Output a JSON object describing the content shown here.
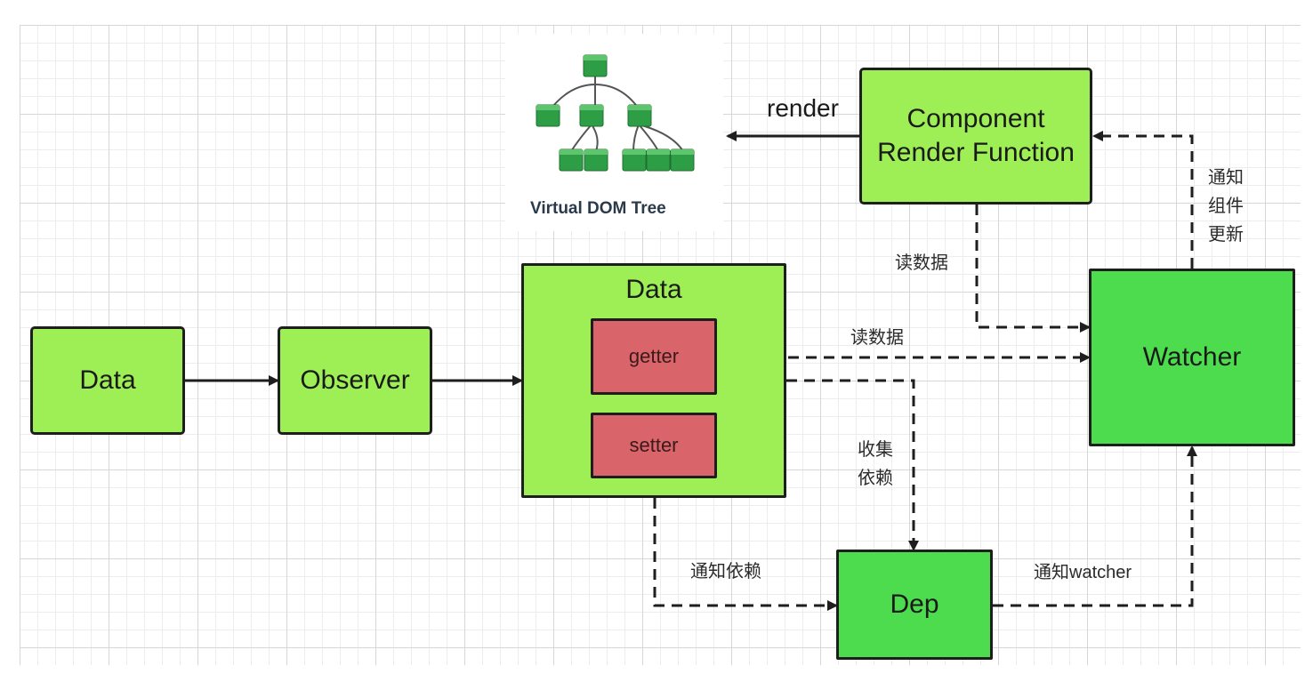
{
  "diagram": {
    "virtual_dom_caption": "Virtual DOM Tree",
    "nodes": {
      "data_left": "Data",
      "observer": "Observer",
      "data_main": "Data",
      "getter": "getter",
      "setter": "setter",
      "component_render": "Component Render Function",
      "watcher": "Watcher",
      "dep": "Dep"
    },
    "edge_labels": {
      "render": "render",
      "read_data_component": "读数据",
      "read_data_getter": "读数据",
      "collect_deps": "收集依赖",
      "notify_deps": "通知依赖",
      "notify_watcher": "通知watcher",
      "notify_component_update": "通知组件更新"
    },
    "colors": {
      "lime_box": "#9def55",
      "green_box": "#4ddc4d",
      "red_box": "#d9646a",
      "tree_cube": "#2e9e46",
      "line": "#1e1e1e"
    }
  }
}
